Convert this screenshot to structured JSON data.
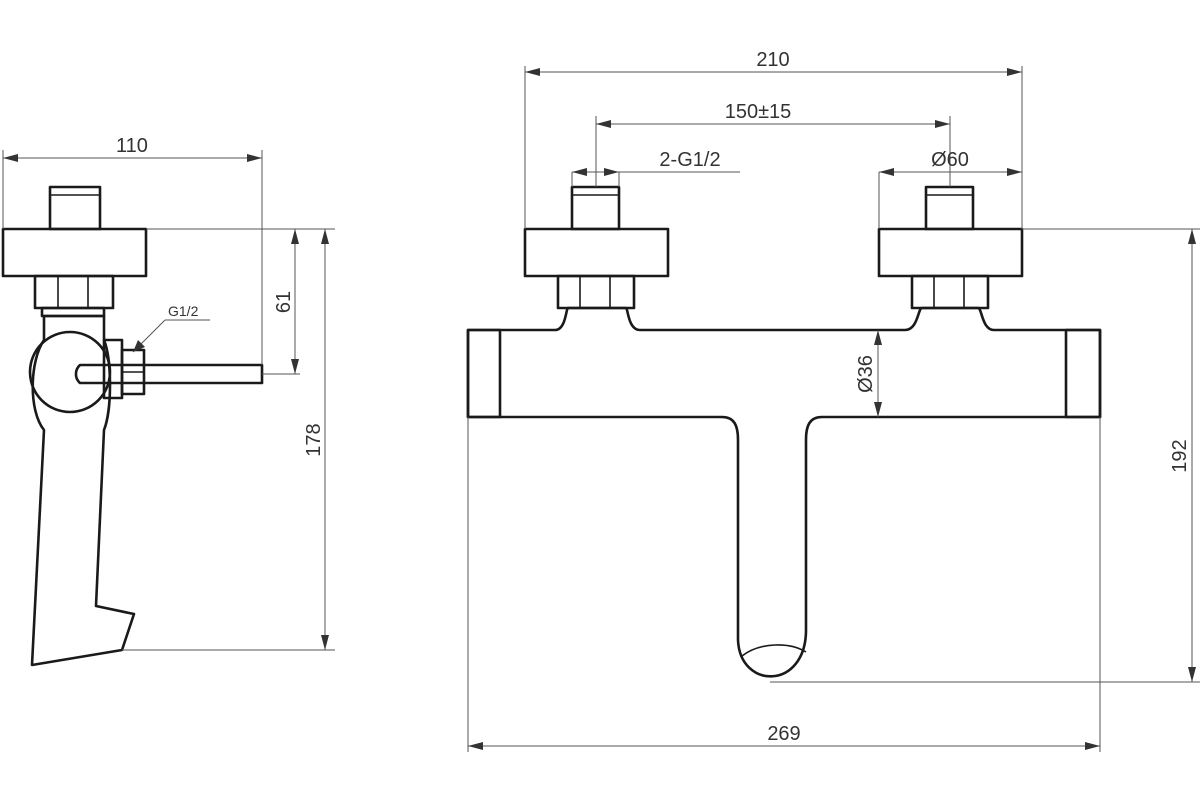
{
  "side_view": {
    "width_label": "110",
    "height_label": "178",
    "inlet_label": "61",
    "thread_label": "G1/2"
  },
  "front_view": {
    "overall_width_label": "210",
    "center_distance_label": "150±15",
    "inlet_thread_label": "2-G1/2",
    "flange_diameter_label": "Ø60",
    "body_diameter_label": "Ø36",
    "overall_height_label": "192",
    "body_length_label": "269"
  },
  "colors": {
    "line": "#1a1a1a",
    "dimension": "#555555",
    "background": "#ffffff"
  }
}
